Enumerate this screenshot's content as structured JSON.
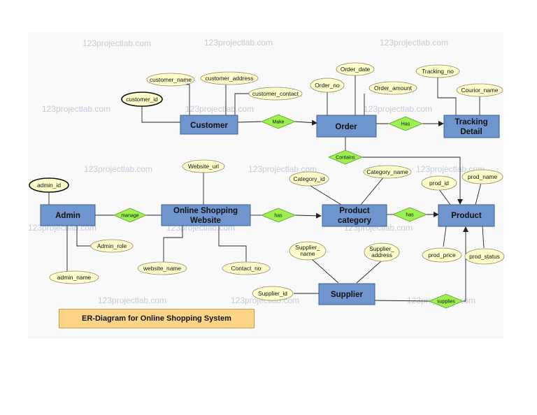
{
  "watermark": "123projectlab.com",
  "caption": "ER-Diagram for Online Shopping System",
  "entities": {
    "customer": "Customer",
    "order": "Order",
    "tracking_1": "Tracking",
    "tracking_2": "Detail",
    "admin": "Admin",
    "website_1": "Online Shopping",
    "website_2": "Website",
    "category_1": "Product",
    "category_2": "category",
    "product": "Product",
    "supplier": "Supplier"
  },
  "relationships": {
    "make": "Make",
    "has_order_tracking": "Has",
    "contains": "Contains",
    "manage": "manage",
    "has_website_category": "has",
    "has_category_product": "has",
    "supplies": "supplies"
  },
  "attributes": {
    "customer_name": "customer_name",
    "customer_address": "customer_address",
    "customer_contact": "customer_contact",
    "customer_id": "customer_id",
    "order_no": "Order_no",
    "order_date": "Order_date",
    "order_amount": "Order_amount",
    "tracking_no": "Tracking_no",
    "courier_name": "Courior_name",
    "website_url": "Website_url",
    "website_name": "website_name",
    "contact_no": "Contact_no",
    "admin_id": "admin_id",
    "admin_role": "Admin_role",
    "admin_name": "admin_name",
    "category_id": "Category_id",
    "category_name": "Category_name",
    "prod_id": "prod_id",
    "prod_name": "prod_name",
    "prod_price": "prod_price",
    "prod_status": "prod_status",
    "supplier_name_1": "Supplier_",
    "supplier_name_2": "name",
    "supplier_address_1": "Supplier_",
    "supplier_address_2": "address",
    "supplier_id": "Supplier_id"
  }
}
